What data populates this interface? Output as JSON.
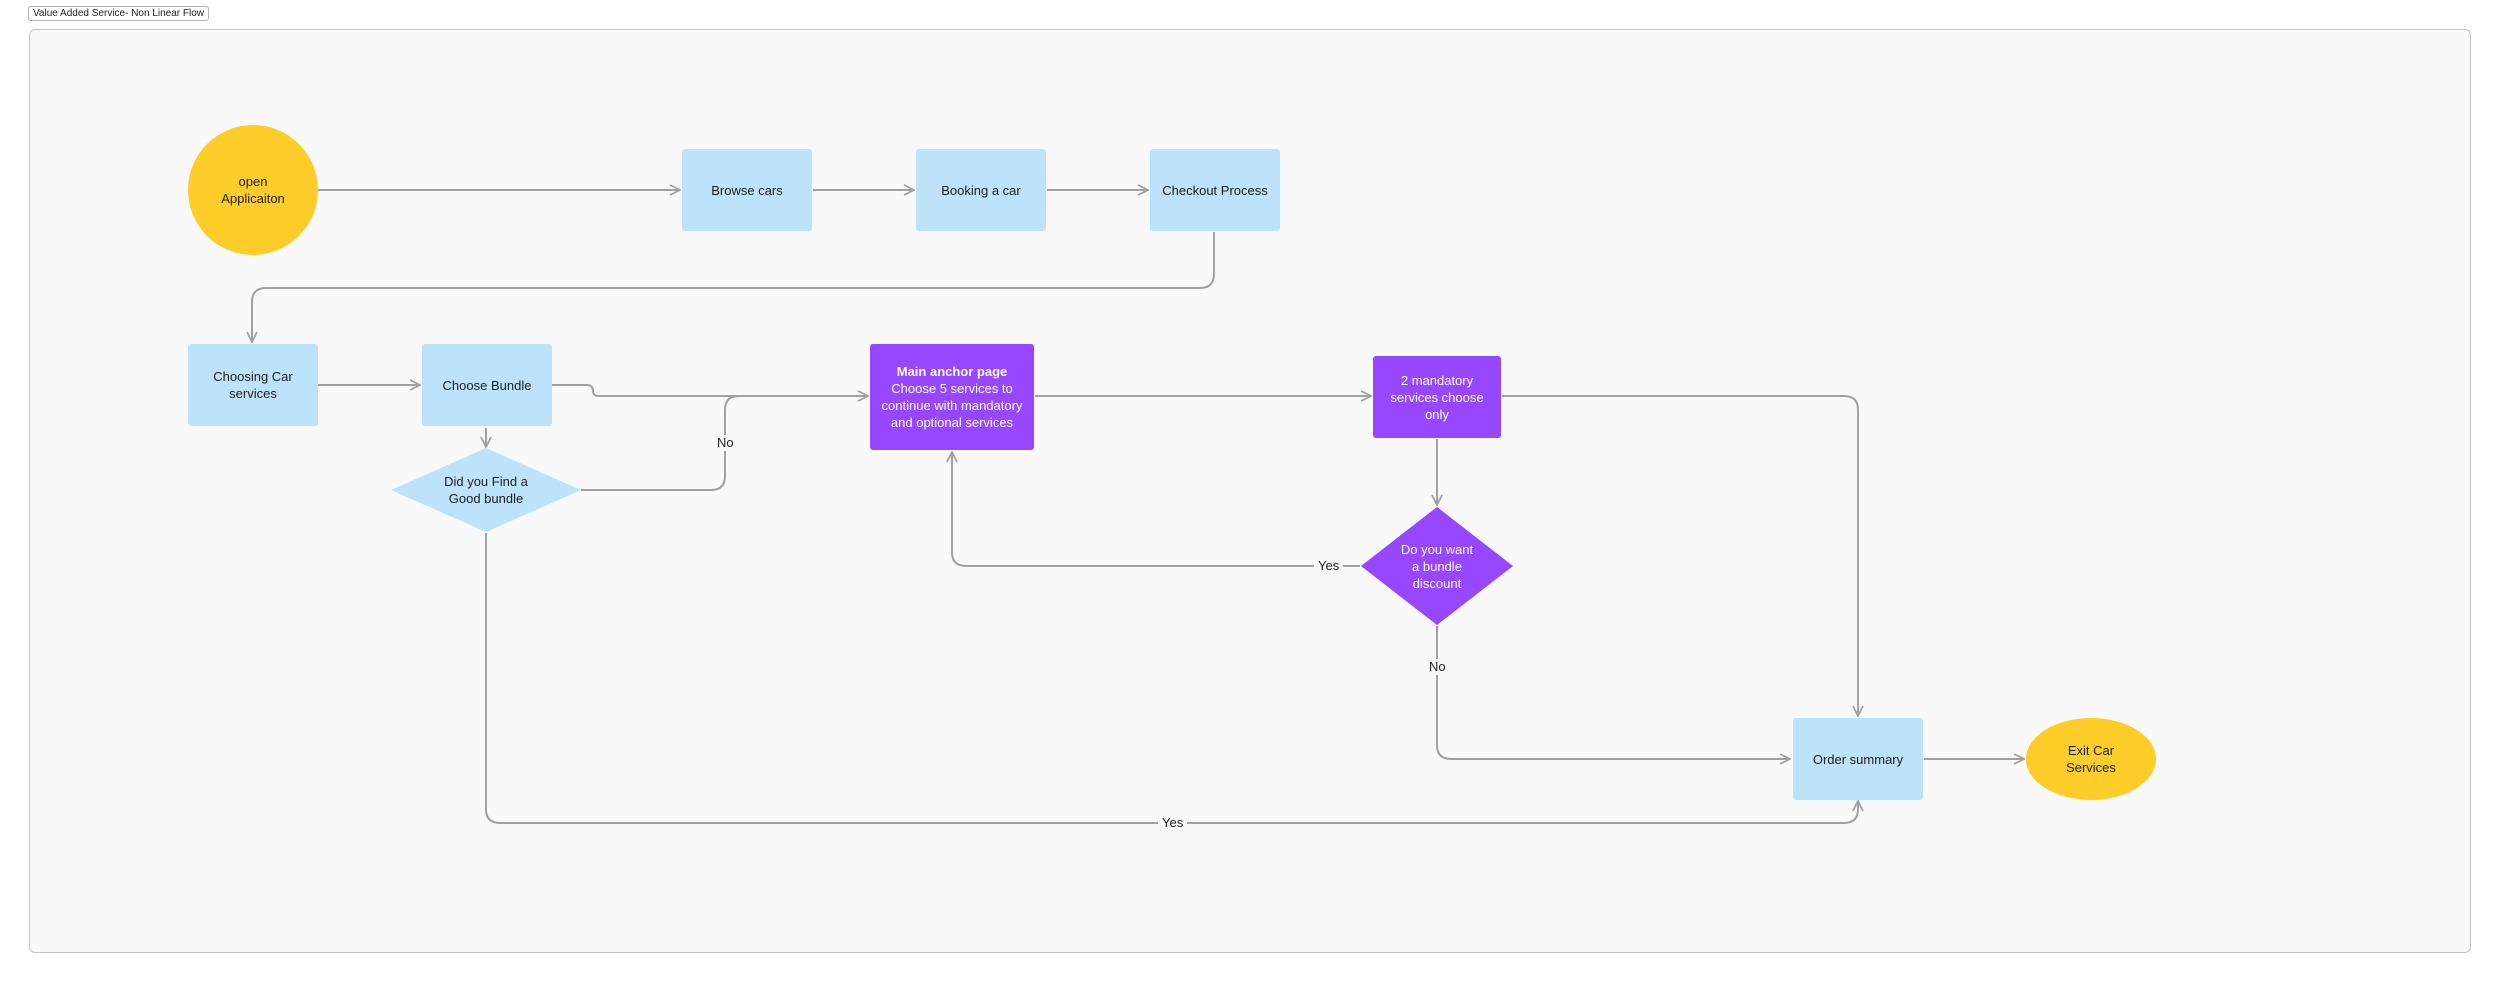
{
  "frame": {
    "title": "Value Added Service- Non Linear Flow"
  },
  "colors": {
    "blue_node": "#bde3fb",
    "purple_node": "#9747ff",
    "yellow_node": "#ffcd29",
    "connector": "#a0a0a0",
    "canvas": "#f9f9f9"
  },
  "nodes": {
    "open_application": "open\nApplicaiton",
    "browse_cars": "Browse cars",
    "booking_a_car": "Booking a car",
    "checkout_process": "Checkout Process",
    "choosing_car_services": "Choosing Car\nservices",
    "choose_bundle": "Choose Bundle",
    "did_you_find": "Did you Find a\nGood bundle",
    "main_anchor_title": "Main anchor page",
    "main_anchor_body": "Choose 5 services to\ncontinue with mandatory\nand optional services",
    "two_mandatory": "2 mandatory\nservices choose\nonly",
    "bundle_discount": "Do you want\na bundle\ndiscount",
    "order_summary": "Order summary",
    "exit_car_services": "Exit Car\nServices"
  },
  "edge_labels": {
    "no_bundle": "No",
    "yes_discount": "Yes",
    "no_discount": "No",
    "yes_bundle": "Yes"
  }
}
